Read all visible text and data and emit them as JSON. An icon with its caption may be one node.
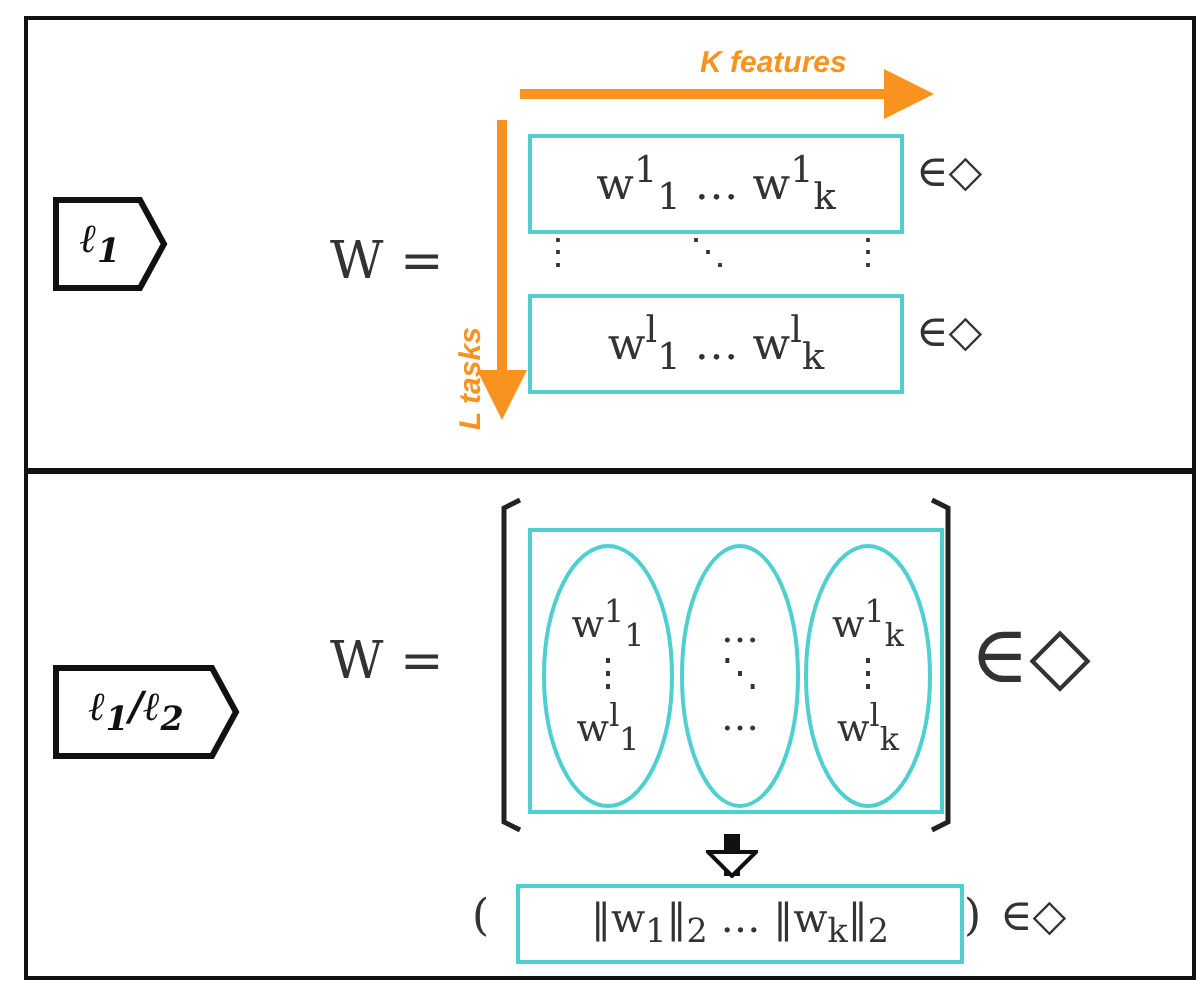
{
  "diagram": {
    "nodes": [
      {
        "text": [],
        "shape": "box"
      },
      {
        "text": [
          "ℓ$_{1}$"
        ],
        "in": 0
      },
      {
        "text": [
          "w$^{1}$$_{1}$ … w$^{1}$$_{k}$"
        ],
        "in": 0
      },
      {
        "text": [
          "w$^{l}$$_{1}$ … w$^{l}$$_{k}$"
        ],
        "in": 0
      },
      {
        "text": [],
        "shape": "box"
      },
      {
        "text": [
          "ℓ$_{1}$/ℓ$_{2}$"
        ],
        "in": 4
      },
      {
        "text": [],
        "shape": "box",
        "in": 4
      },
      {
        "text": [
          "w$^{1}$$_{1}$",
          "⋮",
          "w$^{l}$$_{1}$"
        ],
        "in": 6
      },
      {
        "text": [
          "…",
          "⋱",
          "…"
        ],
        "in": 6
      },
      {
        "text": [
          "w$^{1}$$_{k}$",
          "⋮",
          "w$^{l}$$_{k}$"
        ],
        "in": 6
      },
      {
        "text": [
          "‖w$_{1}$‖$_{2}$ … ‖w$_{k}$‖$_{2}$"
        ],
        "in": 4
      }
    ],
    "edges": [
      {
        "from": 6,
        "to": 10,
        "arrow": "to"
      }
    ],
    "labels": [
      "K features",
      "W =",
      "∈◇",
      "⋮",
      "⋱",
      "⋮",
      "L tasks",
      "∈◇",
      "W =",
      "∈◇",
      "(",
      ")",
      "∈◇"
    ]
  }
}
